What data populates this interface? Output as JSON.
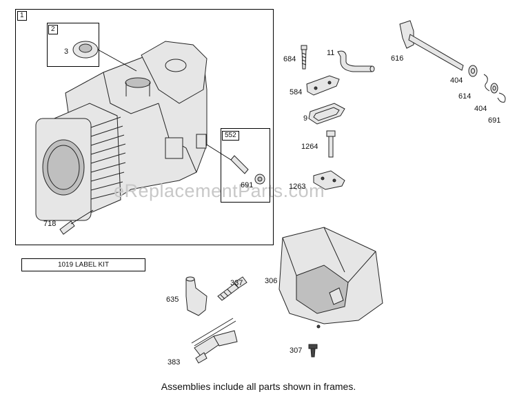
{
  "frames": [
    {
      "id": "1"
    },
    {
      "id": "2"
    },
    {
      "id": "552"
    }
  ],
  "parts": {
    "p3": "3",
    "p718": "718",
    "p691a": "691",
    "p684": "684",
    "p11": "11",
    "p616": "616",
    "p404a": "404",
    "p614": "614",
    "p404b": "404",
    "p691b": "691",
    "p584": "584",
    "p9": "9",
    "p1264": "1264",
    "p1263": "1263",
    "p635": "635",
    "p337": "337",
    "p306": "306",
    "p383": "383",
    "p307": "307"
  },
  "kit_label": "1019 LABEL KIT",
  "caption": "Assemblies include all parts shown in frames.",
  "watermark": "eReplacementParts.com"
}
